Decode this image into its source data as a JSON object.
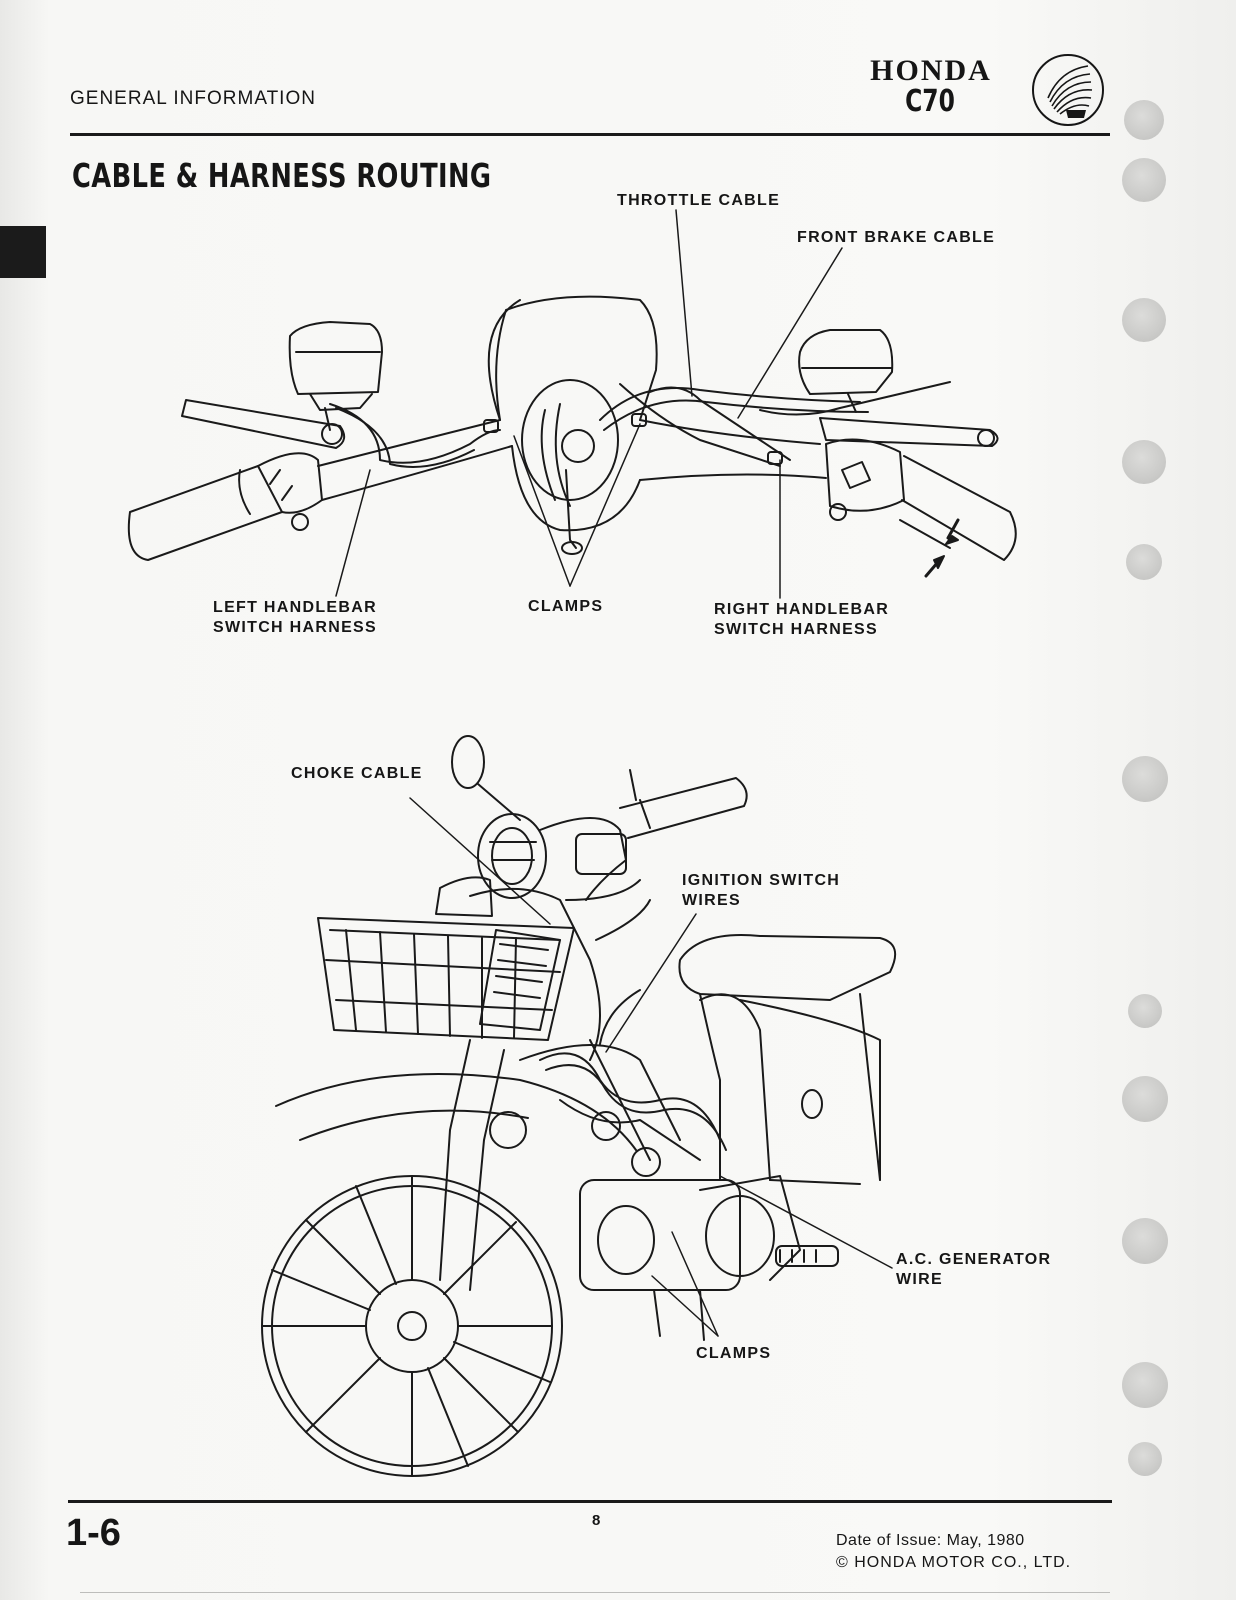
{
  "header": {
    "section": "GENERAL INFORMATION",
    "brand": "HONDA",
    "model": "C70"
  },
  "title": "CABLE & HARNESS ROUTING",
  "callouts": {
    "throttle_cable": "THROTTLE CABLE",
    "front_brake_cable": "FRONT BRAKE CABLE",
    "left_handlebar_line1": "LEFT HANDLEBAR",
    "left_handlebar_line2": "SWITCH HARNESS",
    "clamps_top": "CLAMPS",
    "right_handlebar_line1": "RIGHT HANDLEBAR",
    "right_handlebar_line2": "SWITCH HARNESS",
    "choke_cable": "CHOKE CABLE",
    "ignition_line1": "IGNITION SWITCH",
    "ignition_line2": "WIRES",
    "ac_gen_line1": "A.C. GENERATOR",
    "ac_gen_line2": "WIRE",
    "clamps_bottom": "CLAMPS"
  },
  "footer": {
    "page_number": "1-6",
    "sheet_number": "8",
    "date_of_issue": "Date of Issue:  May, 1980",
    "copyright": "© HONDA  MOTOR  CO.,  LTD."
  },
  "colors": {
    "ink": "#161616",
    "paper": "#f9f9f7",
    "punch_hole": "#c9c9c7"
  }
}
